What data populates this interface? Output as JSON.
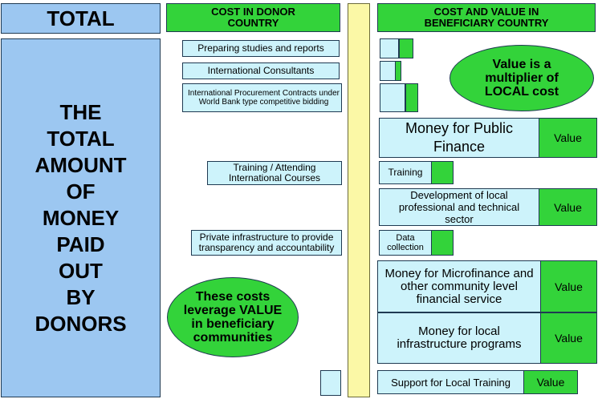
{
  "left": {
    "header": "TOTAL",
    "body_lines": [
      "THE",
      "TOTAL",
      "AMOUNT",
      "OF",
      "MONEY",
      "PAID",
      "OUT",
      "BY",
      "DONORS"
    ]
  },
  "donor": {
    "header_line1": "COST IN DONOR",
    "header_line2": "COUNTRY",
    "items": [
      "Preparing studies and reports",
      "International Consultants",
      "International Procurement Contracts under World Bank type competitive bidding",
      "Training / Attending International Courses",
      "Private infrastructure to provide transparency and accountability"
    ],
    "oval_lines": [
      "These costs",
      "leverage VALUE",
      "in beneficiary",
      "communities"
    ]
  },
  "beneficiary": {
    "header_line1": "COST AND VALUE IN",
    "header_line2": "BENEFICIARY COUNTRY",
    "oval_lines": [
      "Value is a",
      "multiplier of",
      "LOCAL cost"
    ],
    "items": [
      "Money for Public Finance",
      "Training",
      "Development of local professional and technical sector",
      "Data collection",
      "Money for Microfinance and other community level financial service",
      "Money for local infrastructure programs",
      "Support for Local Training"
    ],
    "value_label": "Value"
  },
  "colors": {
    "light_blue": "#cdf3fb",
    "green": "#33d33a",
    "blue": "#9cc7f1",
    "yellow": "#fbf8a6"
  }
}
